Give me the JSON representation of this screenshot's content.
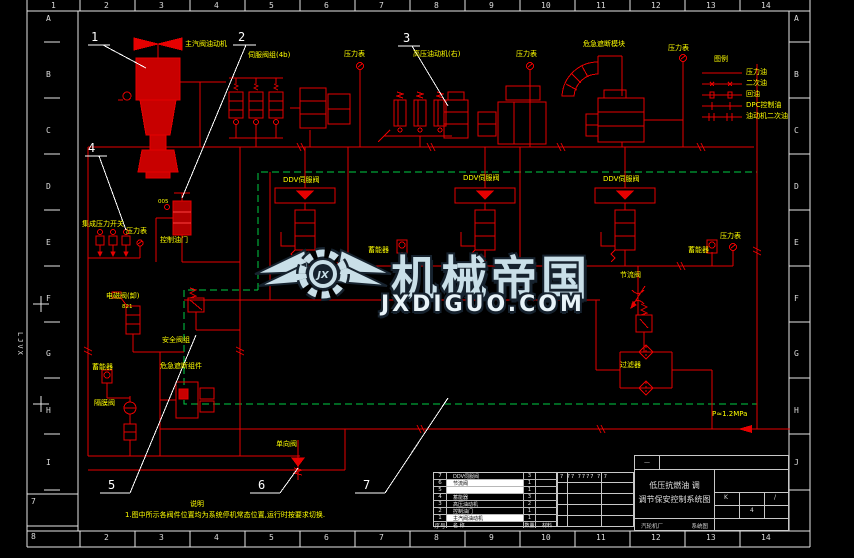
{
  "frame": {
    "top_numbers": [
      "1",
      "2",
      "3",
      "4",
      "5",
      "6",
      "7",
      "8",
      "9",
      "10",
      "11",
      "12",
      "13",
      "14"
    ],
    "bottom_numbers": [
      "2",
      "3",
      "4",
      "5",
      "6",
      "7",
      "8",
      "9",
      "10",
      "11",
      "12",
      "13",
      "14"
    ],
    "left_letters": [
      "A",
      "B",
      "C",
      "D",
      "E",
      "F",
      "G",
      "H",
      "I"
    ],
    "right_letters": [
      "A",
      "B",
      "C",
      "D",
      "E",
      "F",
      "G",
      "H",
      "J"
    ],
    "corner_top": "7",
    "corner_bottom": "8",
    "side_code": "LJVX"
  },
  "callouts": [
    "1",
    "2",
    "3",
    "4",
    "5",
    "6",
    "7"
  ],
  "labels": {
    "actuator_main": "主汽阀油动机",
    "servo_group": "伺服阀组(4b)",
    "gauge": "压力表",
    "hp_actuator_right": "高压油动机(右)",
    "emergency_module": "危急遮断模块",
    "legend_title": "图例",
    "legend_items": [
      "压力油",
      "二次油",
      "回油",
      "DPC控制油",
      "油动机二次油"
    ],
    "ddv_valve": "DDV伺服阀",
    "accumulator": "蓄能器",
    "throttle_valve": "节流阀",
    "filter": "过滤器",
    "pressure_note": "P≈1.2MPa",
    "switch_group": "集成压力开关",
    "control_valve": "控制油门",
    "control_tag": "005",
    "solenoid_valve": "电磁阀(卸)",
    "solenoid_tag": "821",
    "relief_block": "安全阀组",
    "shutoff_block": "危急遮断组件",
    "diaphragm_valve": "隔膜阀",
    "check_valve": "单向阀"
  },
  "notes": {
    "title": "说明",
    "line1": "1.图中所示各阀件位置均为系统停机常态位置,运行时按要求切换."
  },
  "title_block": {
    "dash": "—",
    "title_line1": "低压抗燃油 调",
    "title_line2": "调节保安控制系统图",
    "company": "汽轮机厂",
    "doc_type": "系统图",
    "revision_row": "7 77 7777 7 7",
    "fields": {
      "mark": "K",
      "scale": "/",
      "sheet": "4"
    },
    "parts_header": {
      "no": "序号",
      "name": "名 称",
      "qty": "数量",
      "material": "材料"
    },
    "parts": [
      {
        "no": "7",
        "name": "DDV伺服阀",
        "qty": "3",
        "mat": ""
      },
      {
        "no": "6",
        "name": "节流阀",
        "qty": "1",
        "mat": ""
      },
      {
        "no": "5",
        "name": "电磁阀",
        "qty": "1",
        "mat": ""
      },
      {
        "no": "4",
        "name": "蓄能器",
        "qty": "3",
        "mat": ""
      },
      {
        "no": "3",
        "name": "高压油动机",
        "qty": "2",
        "mat": ""
      },
      {
        "no": "2",
        "name": "控制油门",
        "qty": "1",
        "mat": ""
      },
      {
        "no": "1",
        "name": "主汽阀油动机",
        "qty": "1",
        "mat": ""
      }
    ]
  },
  "watermark": {
    "cn": "机械帝国",
    "url": "JXDIGUO.COM",
    "logo_initials": "JX"
  },
  "colors": {
    "line": "#e60000",
    "label": "#ffff00",
    "boundary": "#00cc44",
    "frame": "#e6e6e6",
    "watermark_fill": "#c9dfe8",
    "watermark_outline": "#16222e"
  }
}
